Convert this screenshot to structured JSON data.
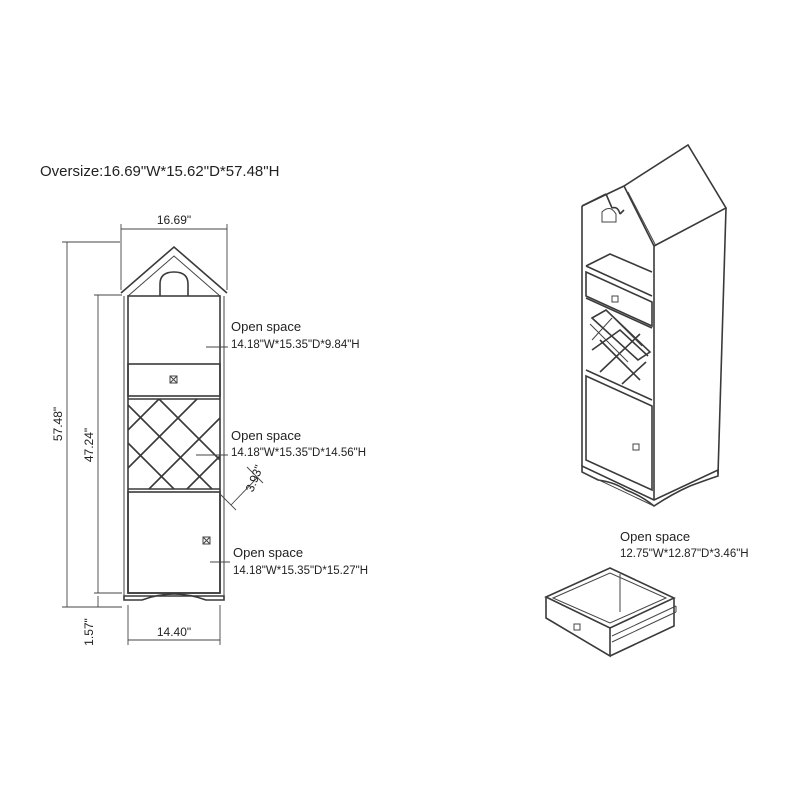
{
  "oversize": "Oversize:16.69\"W*15.62\"D*57.48\"H",
  "dims": {
    "top_width": "16.69\"",
    "bottom_width": "14.40\"",
    "total_height": "57.48\"",
    "body_height": "47.24\"",
    "lattice_gap": "3.93\"",
    "base_height": "1.57\""
  },
  "annotations": {
    "upper": {
      "label": "Open space",
      "size": "14.18\"W*15.35\"D*9.84\"H"
    },
    "middle": {
      "label": "Open space",
      "size": "14.18\"W*15.35\"D*14.56\"H"
    },
    "lower": {
      "label": "Open space",
      "size": "14.18\"W*15.35\"D*15.27\"H"
    },
    "drawer": {
      "label": "Open space",
      "size": "12.75\"W*12.87\"D*3.46\"H"
    }
  }
}
